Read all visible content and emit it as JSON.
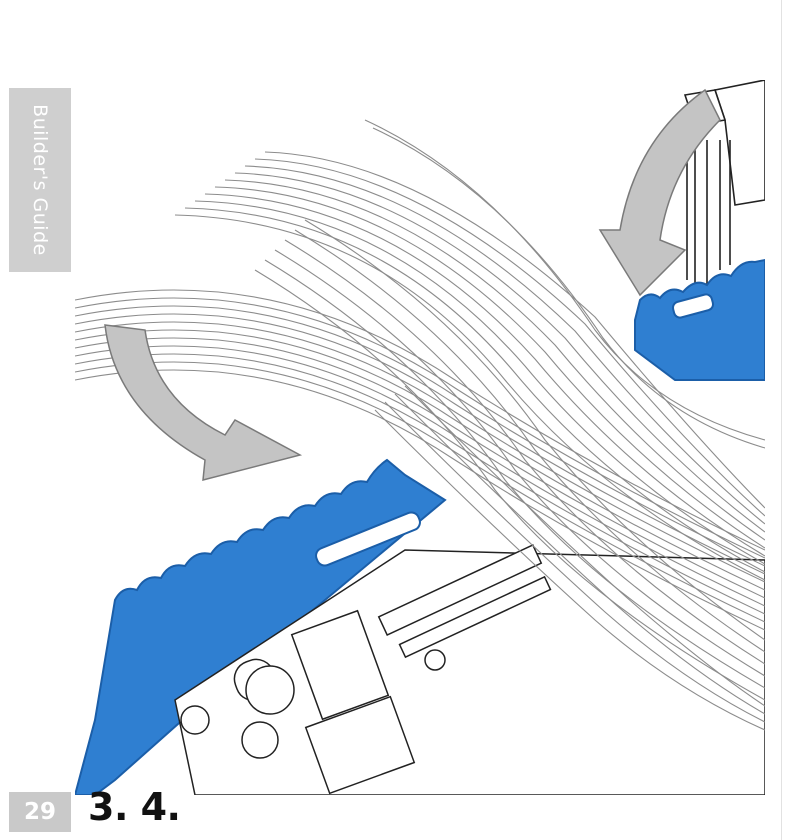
{
  "sidebar": {
    "section_label": "Builder's Guide"
  },
  "footer": {
    "page_number": "29",
    "step_number": "3. 4."
  },
  "illustration": {
    "colors": {
      "panel": "#2f7fd1",
      "panel_dark": "#1b5ea8",
      "cable_stroke": "#8c8c8c",
      "arrow_fill": "#c4c4c4",
      "arrow_stroke": "#7a7a7a",
      "line_art": "#222222"
    }
  }
}
